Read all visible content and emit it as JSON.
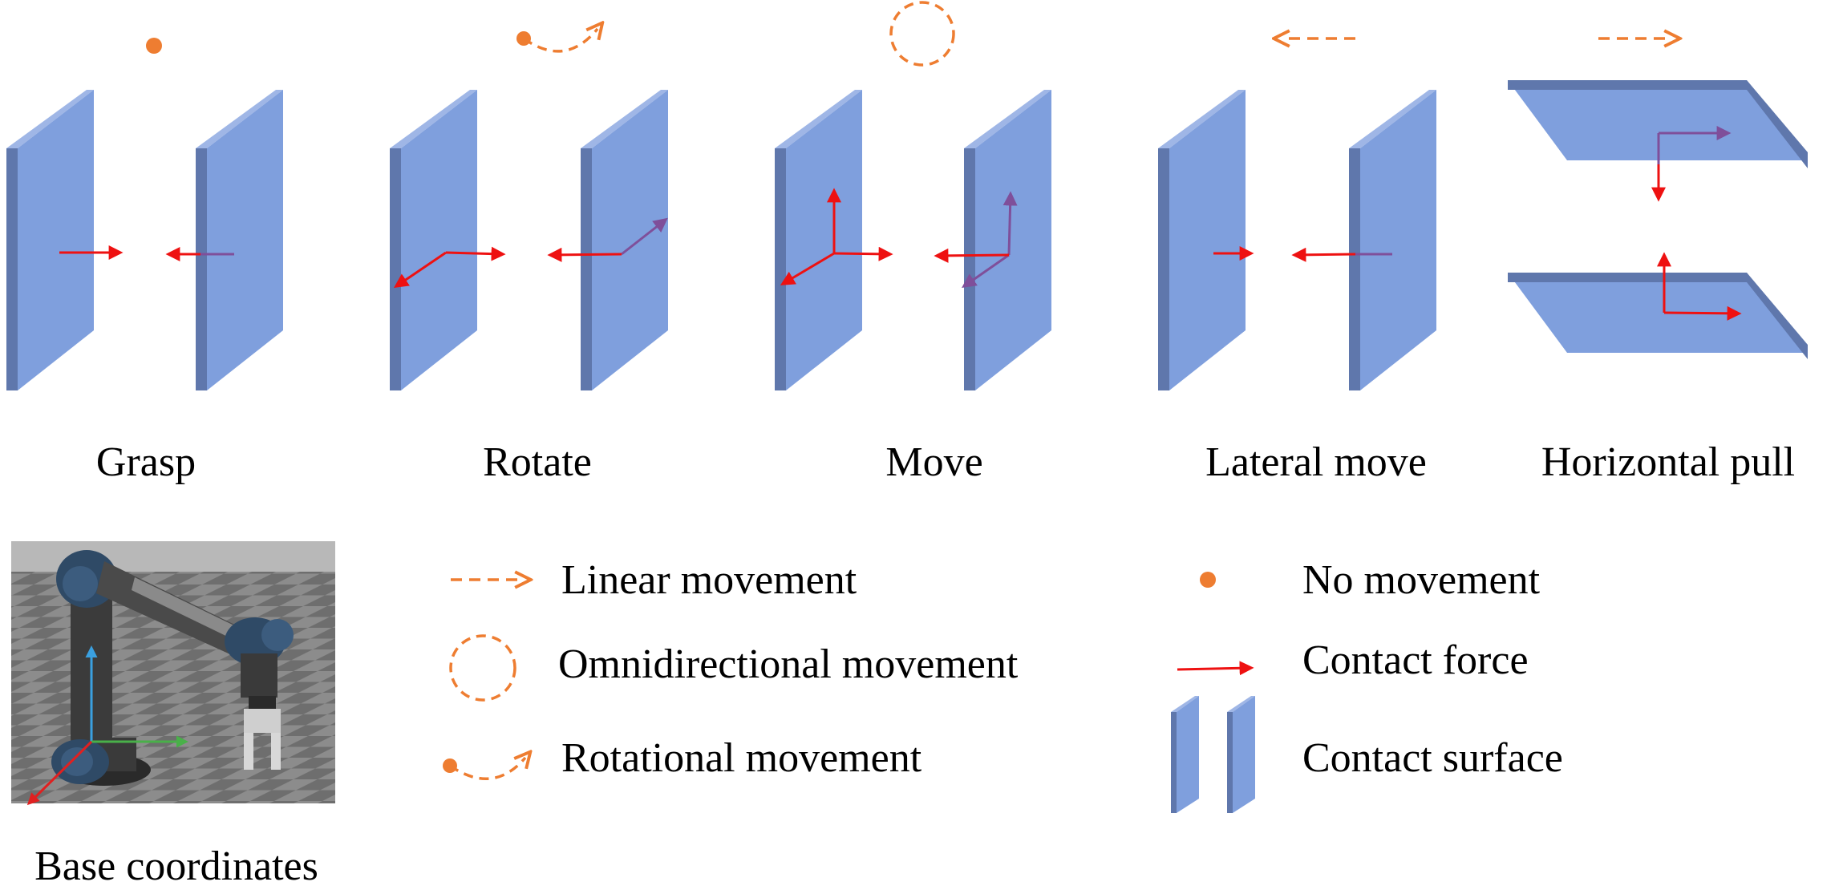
{
  "colors": {
    "plate_face": "#7f9fdd",
    "plate_edge": "#5f77ac",
    "plate_top": "#9fb6e6",
    "force": "#ee1111",
    "torque": "#7f4f9a",
    "motion": "#ee7d31",
    "axis_x": "#e02020",
    "axis_y": "#49b049",
    "axis_z": "#3aa0e0"
  },
  "panels": [
    {
      "id": "grasp",
      "label": "Grasp",
      "motion_icon": "no-movement-dot-icon"
    },
    {
      "id": "rotate",
      "label": "Rotate",
      "motion_icon": "rotational-movement-arrow-icon"
    },
    {
      "id": "move",
      "label": "Move",
      "motion_icon": "omnidirectional-movement-circle-icon"
    },
    {
      "id": "lateral",
      "label": "Lateral move",
      "motion_icon": "linear-movement-left-arrow-icon"
    },
    {
      "id": "horizontal",
      "label": "Horizontal pull",
      "motion_icon": "linear-movement-right-arrow-icon"
    }
  ],
  "legend": {
    "linear": "Linear movement",
    "omni": "Omnidirectional movement",
    "rotational": "Rotational movement",
    "none": "No movement",
    "force": "Contact force",
    "surface": "Contact surface"
  },
  "robot_image": {
    "caption": "Base coordinates",
    "icon": "robot-arm-simulation-image"
  }
}
